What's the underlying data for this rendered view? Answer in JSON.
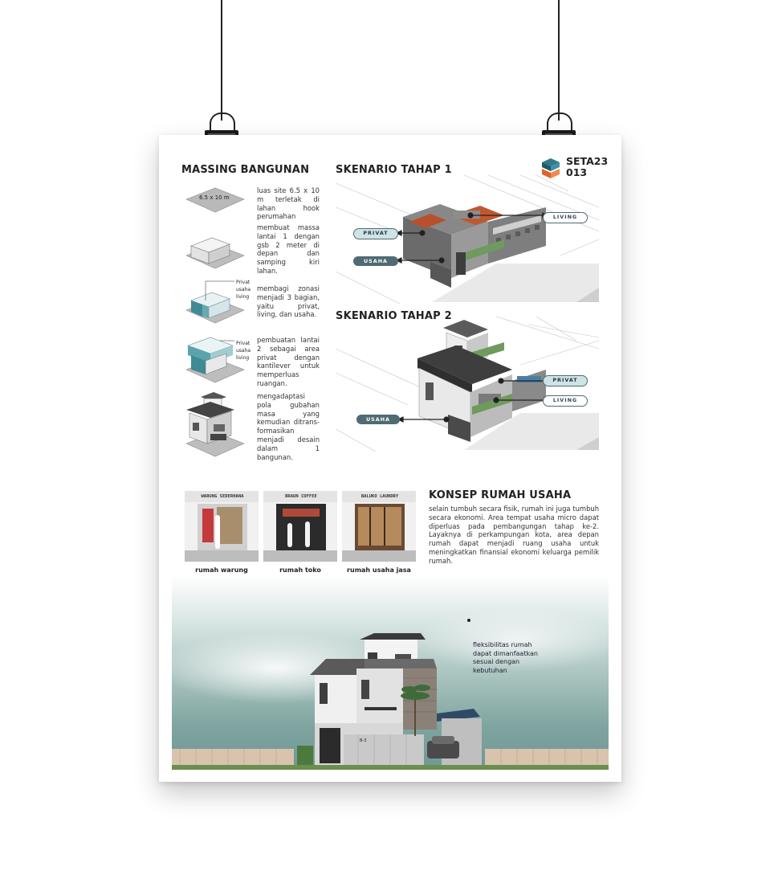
{
  "brand": {
    "code_line1": "SETA23",
    "code_line2": "013"
  },
  "massing": {
    "title": "MASSING BANGUNAN",
    "site_label": "6.5 x 10 m",
    "steps": [
      {
        "text": "luas site 6.5 x 10 m terletak di lahan hook perumahan"
      },
      {
        "text": "membuat massa lantai 1 dengan gsb 2 meter di depan dan samping kiri lahan."
      },
      {
        "text": "membagi zonasi menjadi 3 bagian, yaitu privat, living, dan usaha."
      },
      {
        "text": "pembuatan lantai 2 sebagai area privat dengan kantilever untuk memperluas ruangan."
      },
      {
        "text": "mengadaptasi pola gubahan masa yang kemudian ditrans-formasikan menjadi desain dalam 1 bangunan."
      }
    ],
    "zone_tags": [
      "Privat",
      "usaha",
      "living"
    ]
  },
  "scenario1": {
    "title": "SKENARIO TAHAP 1",
    "labels": {
      "living": "LIVING",
      "privat": "PRIVAT",
      "usaha": "USAHA"
    }
  },
  "scenario2": {
    "title": "SKENARIO TAHAP 2",
    "labels": {
      "privat": "PRIVAT",
      "living": "LIVING",
      "usaha": "USAHA"
    }
  },
  "shops": [
    {
      "sign": "WARUNG SEDERHANA",
      "caption": "rumah warung"
    },
    {
      "sign": "BRAUN COFFEE",
      "caption": "rumah toko"
    },
    {
      "sign": "BALUKO LAUNDRY",
      "caption": "rumah usaha jasa"
    }
  ],
  "konsep": {
    "title": "KONSEP RUMAH USAHA",
    "text": "selain tumbuh secara fisik, rumah ini juga tumbuh secara ekonomi. Area tempat usaha micro dapat diperluas pada pembangungan tahap ke-2. Layaknya di perkampungan kota, area depan rumah dapat menjadi ruang usaha untuk meningkatkan finansial ekonomi keluarga pemilik rumah."
  },
  "render": {
    "bullet": "fleksibilitas rumah dapat dimanfaatkan sesuai dengan kebutuhan",
    "house_number": "B-3"
  },
  "colors": {
    "teal": "#4f6b73",
    "teal_light": "#cfe3e6",
    "accent_orange": "#e0632a",
    "sky": "#8fb1ad"
  }
}
